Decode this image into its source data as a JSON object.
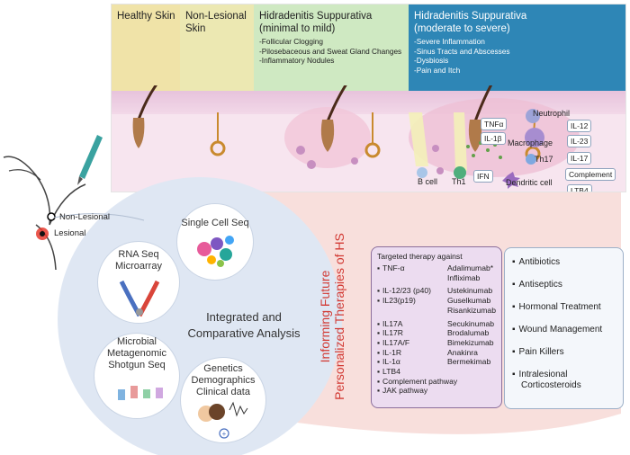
{
  "stages": {
    "healthy": "Healthy Skin",
    "nonlesional_l1": "Non-Lesional",
    "nonlesional_l2": "Skin",
    "mild_title_l1": "Hidradenitis Suppurativa",
    "mild_title_l2": "(minimal to mild)",
    "mild_items": [
      "-Follicular Clogging",
      "-Pilosebaceous and Sweat Gland Changes",
      "-Inflammatory Nodules"
    ],
    "severe_title_l1": "Hidradenitis Suppurativa",
    "severe_title_l2": "(moderate to severe)",
    "severe_items": [
      "-Severe Inflammation",
      "-Sinus Tracts and Abscesses",
      "-Dysbiosis",
      "-Pain and Itch"
    ]
  },
  "immune": {
    "tnfa": "TNFα",
    "il1b": "IL-1β",
    "ifn": "IFN",
    "neutrophil": "Neutrophil",
    "macrophage": "Macrophage",
    "th17": "Th17",
    "bcell": "B cell",
    "th1": "Th1",
    "dendritic": "Dendritic cell",
    "il12": "IL-12",
    "il23": "IL-23",
    "il17": "IL-17",
    "complement": "Complement",
    "ltb4": "LTB4"
  },
  "body": {
    "nonlesional": "Non-Lesional",
    "lesional": "Lesional"
  },
  "analysis": {
    "single_cell": "Single Cell Seq",
    "rna_l1": "RNA Seq",
    "rna_l2": "Microarray",
    "microbial_l1": "Microbial",
    "microbial_l2": "Metagenomic",
    "microbial_l3": "Shotgun Seq",
    "genetics_l1": "Genetics",
    "genetics_l2": "Demographics",
    "genetics_l3": "Clinical data",
    "center_l1": "Integrated and",
    "center_l2": "Comparative  Analysis"
  },
  "informing_l1": "Informing Future",
  "informing_l2": "Personalized Therapies of HS",
  "targeted": {
    "title": "Targeted therapy against",
    "rows": [
      [
        "TNF-α",
        "Adalimumab*"
      ],
      [
        "",
        "Infliximab"
      ],
      [
        "IL-12/23 (p40)",
        "Ustekinumab"
      ],
      [
        "IL23(p19)",
        "Guselkumab"
      ],
      [
        "",
        "Risankizumab"
      ],
      [
        "IL17A",
        "Secukinumab"
      ],
      [
        "IL17R",
        "Brodalumab"
      ],
      [
        "IL17A/F",
        "Bimekizumab"
      ],
      [
        "IL-1R",
        "Anakinra"
      ],
      [
        "IL-1α",
        "Bermekimab"
      ],
      [
        "LTB4",
        ""
      ],
      [
        "Complement pathway",
        ""
      ],
      [
        "JAK pathway",
        ""
      ]
    ]
  },
  "other_therapies": [
    "Antibiotics",
    "Antiseptics",
    "Hormonal Treatment",
    "Wound Management",
    "Pain Killers",
    "Intralesional",
    "Corticosteroids"
  ],
  "colors": {
    "healthy": "#f0e3a8",
    "nonlesional": "#ece8b2",
    "mild": "#cfe9c2",
    "severe": "#2e86b6",
    "informing": "#d23a34",
    "targeted_box": "#ecdcf0"
  }
}
